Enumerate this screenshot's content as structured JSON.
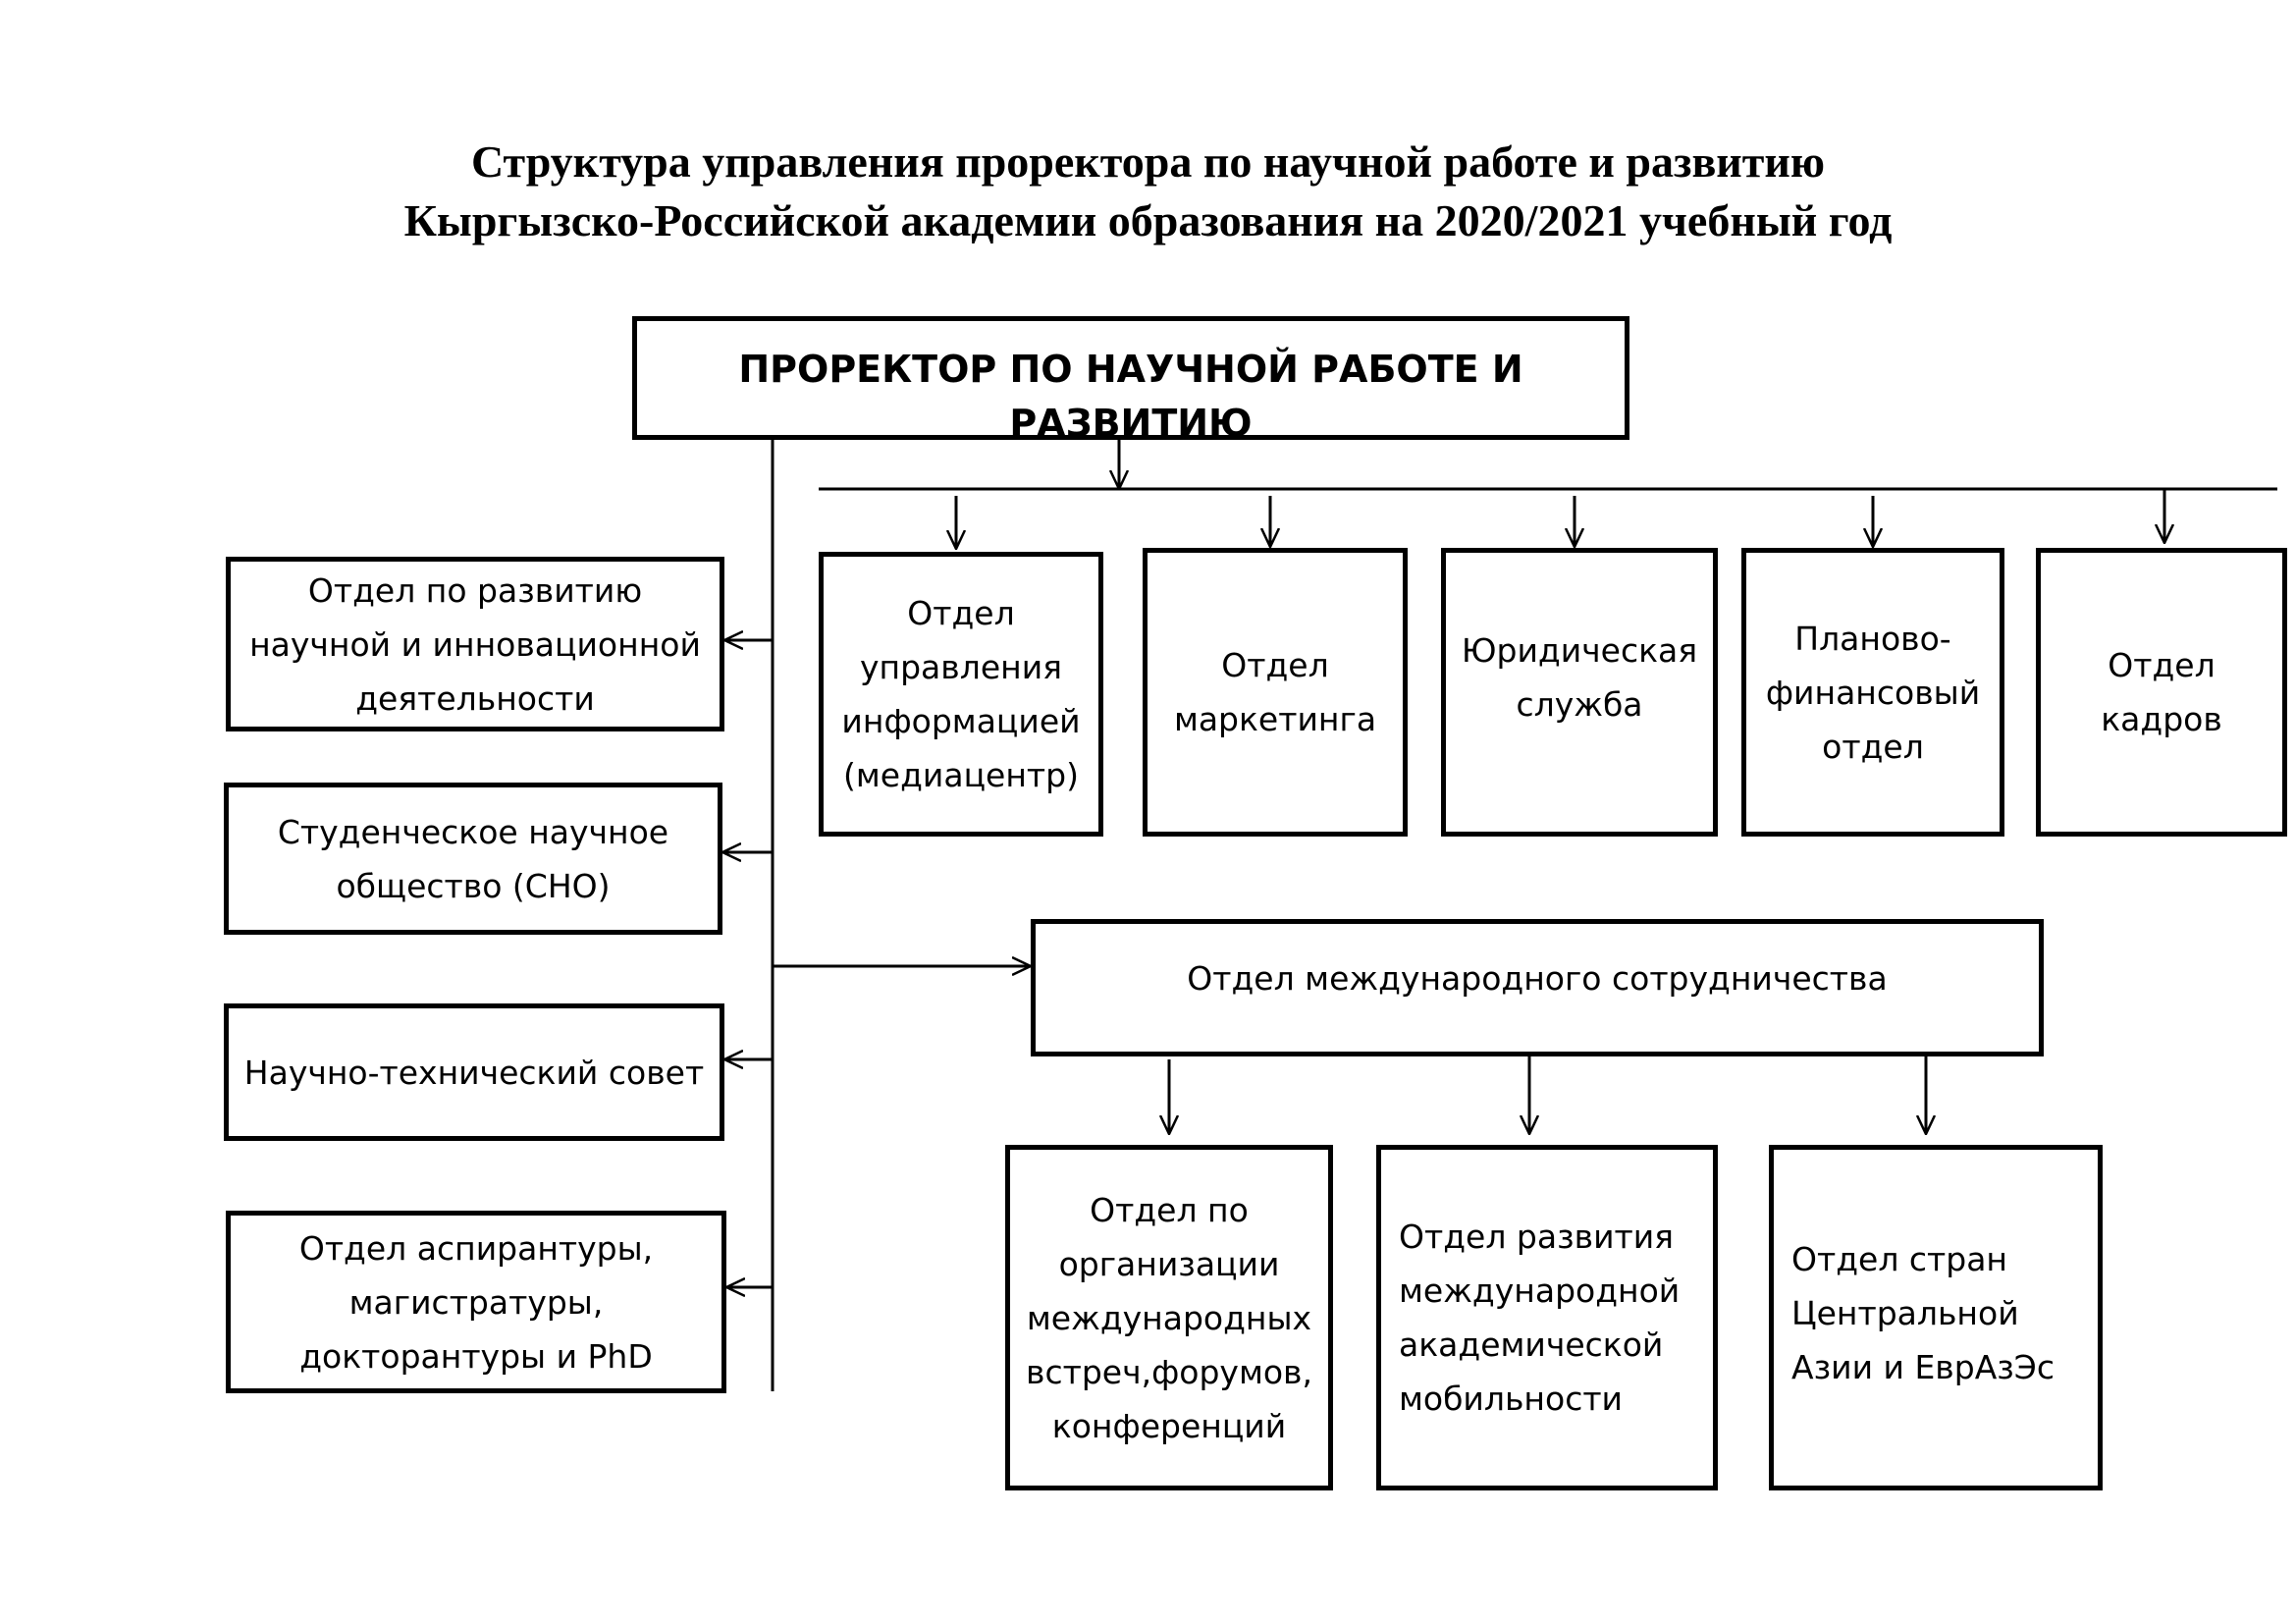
{
  "title": {
    "line1": "Структура управления проректора по научной работе и развитию",
    "line2": "Кыргызско-Российской академии образования на 2020/2021 учебный год"
  },
  "head": {
    "label": "ПРОРЕКТОР ПО НАУЧНОЙ РАБОТЕ И РАЗВИТИЮ"
  },
  "left_units": [
    {
      "label": "Отдел по развитию\nнаучной и инновационной\nдеятельности"
    },
    {
      "label": "Студенческое научное\nобщество (СНО)"
    },
    {
      "label": "Научно-технический совет"
    },
    {
      "label": "Отдел аспирантуры,\nмагистратуры,\nдокторантуры и PhD"
    }
  ],
  "top_units": [
    {
      "label": "Отдел\nуправления\nинформацией\n(медиацентр)"
    },
    {
      "label": "Отдел\nмаркетинга"
    },
    {
      "label": "Юридическая\nслужба"
    },
    {
      "label": "Планово-\nфинансовый\nотдел"
    },
    {
      "label": "Отдел\nкадров"
    }
  ],
  "international": {
    "label": "Отдел международного сотрудничества"
  },
  "intl_units": [
    {
      "label": "Отдел по\nорганизации\nмеждународных\nвстреч,форумов,\nконференций"
    },
    {
      "label": "Отдел развития\nмеждународной\nакадемической\nмобильности"
    },
    {
      "label": "Отдел стран\nЦентральной\nАзии и ЕврАзЭс"
    }
  ]
}
